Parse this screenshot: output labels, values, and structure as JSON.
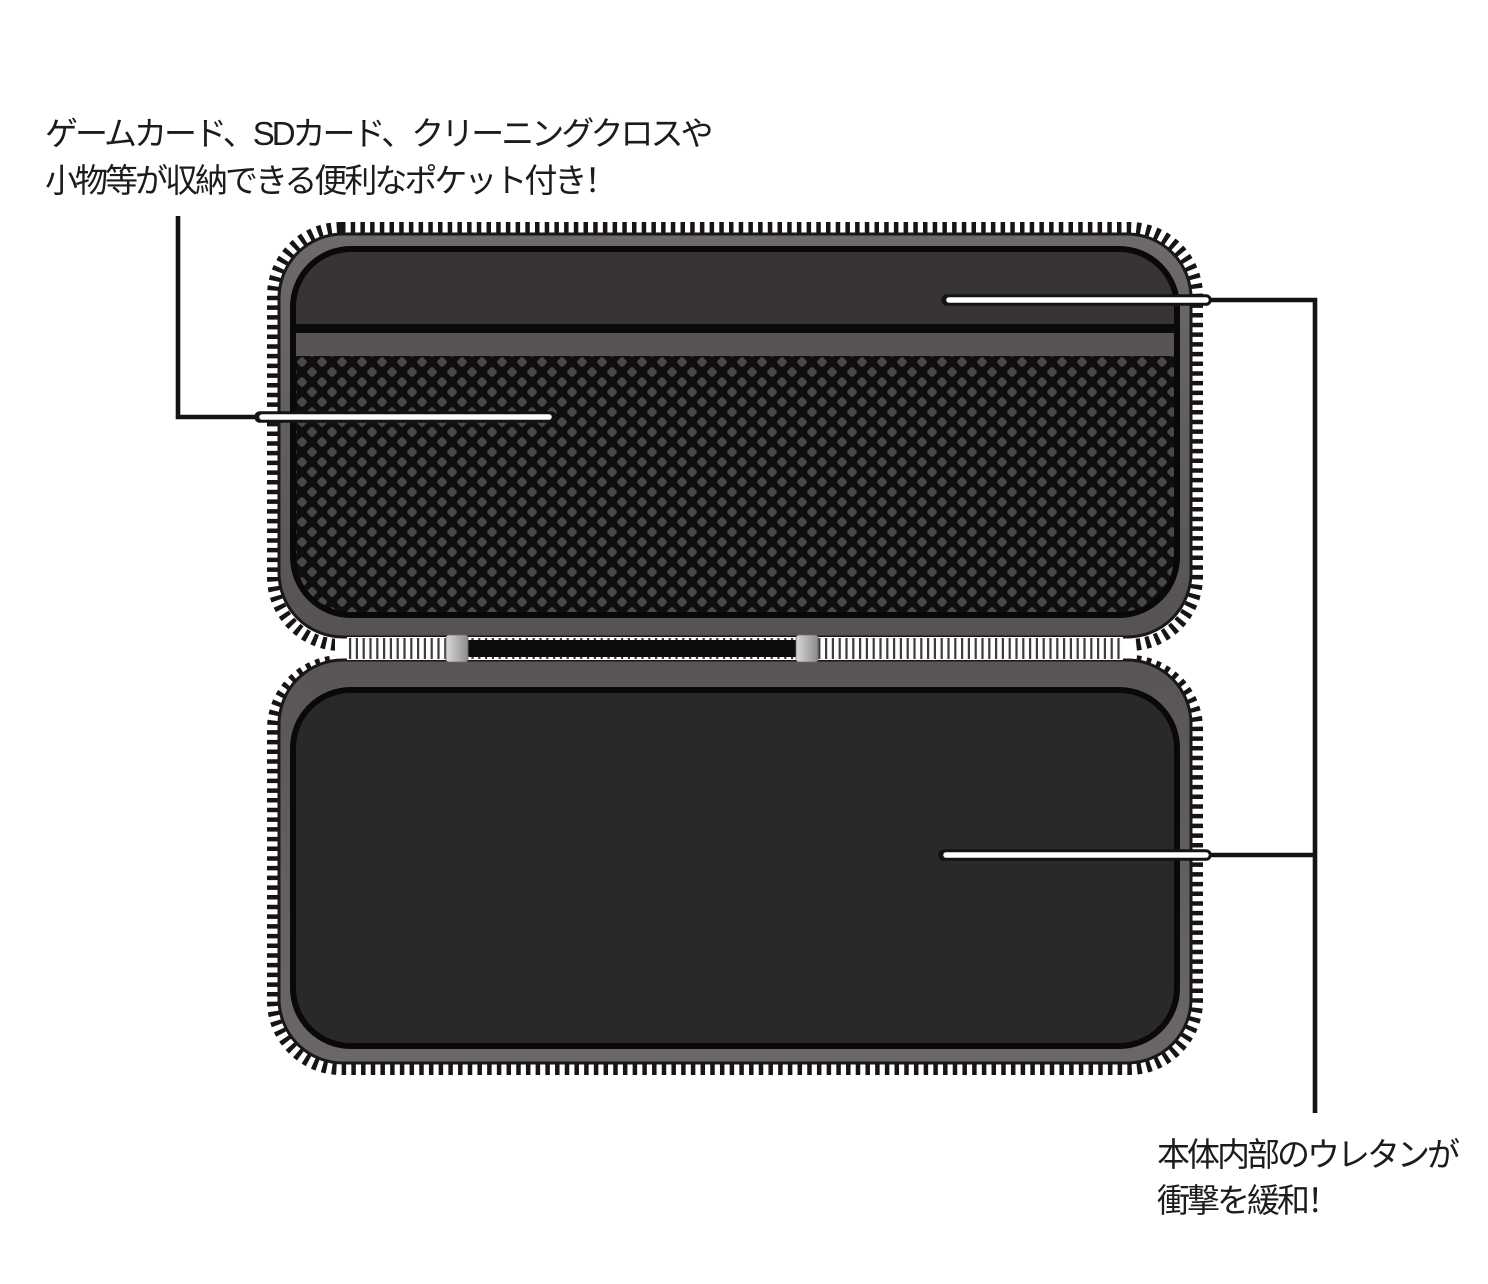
{
  "figure": {
    "kind": "product-feature-diagram",
    "subject": "open-carrying-case-interior"
  },
  "annotations": {
    "pocket_note": {
      "line1": "ゲームカード、SDカード、クリーニングクロスや",
      "line2": "小物等が収納できる便利なポケット付き！"
    },
    "urethane_note": {
      "line1": "本体内部のウレタンが",
      "line2": "衝撃を緩和！"
    }
  },
  "colors": {
    "background": "#ffffff",
    "text": "#1c1c1c",
    "zipper_teeth": "#161414",
    "shell_top_light": "#6e6a6b",
    "shell_top_dark": "#565253",
    "shell_bottom_light": "#6b6767",
    "shell_bottom_dark": "#595556",
    "panel_outline": "#0a0909",
    "lid_pad": "#383435",
    "divider": "#0c0b0b",
    "elastic_band": "#585455",
    "mesh_base": "#100e0f",
    "mesh_dot": "#494748",
    "urethane_pad": "#2b2829",
    "hinge_tick": "#3c3c3c",
    "hinge_bar": "#0d0c0c",
    "zipper_stop_light": "#d8d8d8",
    "zipper_stop_dark": "#8c8c8c",
    "leader": "#131313",
    "leader_core": "#ffffff"
  }
}
